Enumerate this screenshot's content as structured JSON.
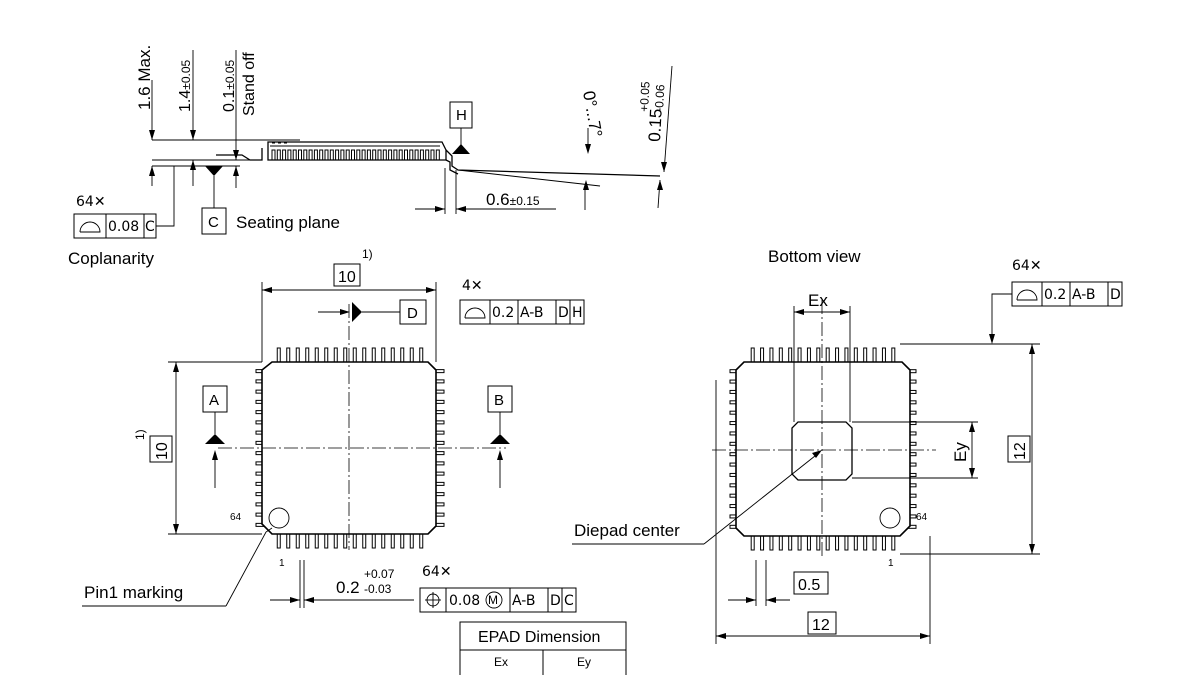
{
  "side_view": {
    "dim_height_max": "1.6 Max.",
    "dim_body_height_value": "1.4",
    "dim_body_height_tol": "±0.05",
    "dim_standoff_value": "0.1",
    "dim_standoff_tol": "±0.05",
    "standoff_label": "Stand off",
    "datum_h": "H",
    "datum_c": "C",
    "seating_plane": "Seating plane",
    "lead_angle": "0°...7°",
    "lead_thickness_value": "0.15",
    "lead_thickness_tol_plus": "+0.05",
    "lead_thickness_tol_minus": "-0.06",
    "foot_length_value": "0.6",
    "foot_length_tol": "±0.15",
    "coplanarity_count": "64✕",
    "coplanarity_tol": "0.08",
    "coplanarity_datum": "C",
    "coplanarity_label": "Coplanarity"
  },
  "top_view": {
    "body_width": "10",
    "body_height": "10",
    "note_ref": "1)",
    "datum_d": "D",
    "datum_a": "A",
    "datum_b": "B",
    "profile_count": "4✕",
    "profile_tol": "0.2",
    "profile_datum_1": "A-B",
    "profile_datum_2": "D",
    "profile_datum_3": "H",
    "pin_64": "64",
    "pin_1": "1",
    "pin1_marking": "Pin1 marking",
    "lead_width_value": "0.2",
    "lead_width_tol_plus": "+0.07",
    "lead_width_tol_minus": "-0.03",
    "position_count": "64✕",
    "position_tol": "0.08",
    "position_modifier": "M",
    "position_datum_1": "A-B",
    "position_datum_2": "D",
    "position_datum_3": "C"
  },
  "bottom_view": {
    "title": "Bottom view",
    "profile_count": "64✕",
    "profile_tol": "0.2",
    "profile_datum_1": "A-B",
    "profile_datum_2": "D",
    "ex_label": "Ex",
    "ey_label": "Ey",
    "overall_width": "12",
    "overall_height": "12",
    "pitch": "0.5",
    "diepad_center": "Diepad center",
    "pin_64": "64",
    "pin_1": "1"
  },
  "epad_table": {
    "title": "EPAD Dimension",
    "col_ex": "Ex",
    "col_ey": "Ey"
  },
  "icons": {
    "profile_symbol": "surface-profile-icon",
    "position_symbol": "position-icon",
    "datum_triangle": "datum-triangle-icon"
  }
}
